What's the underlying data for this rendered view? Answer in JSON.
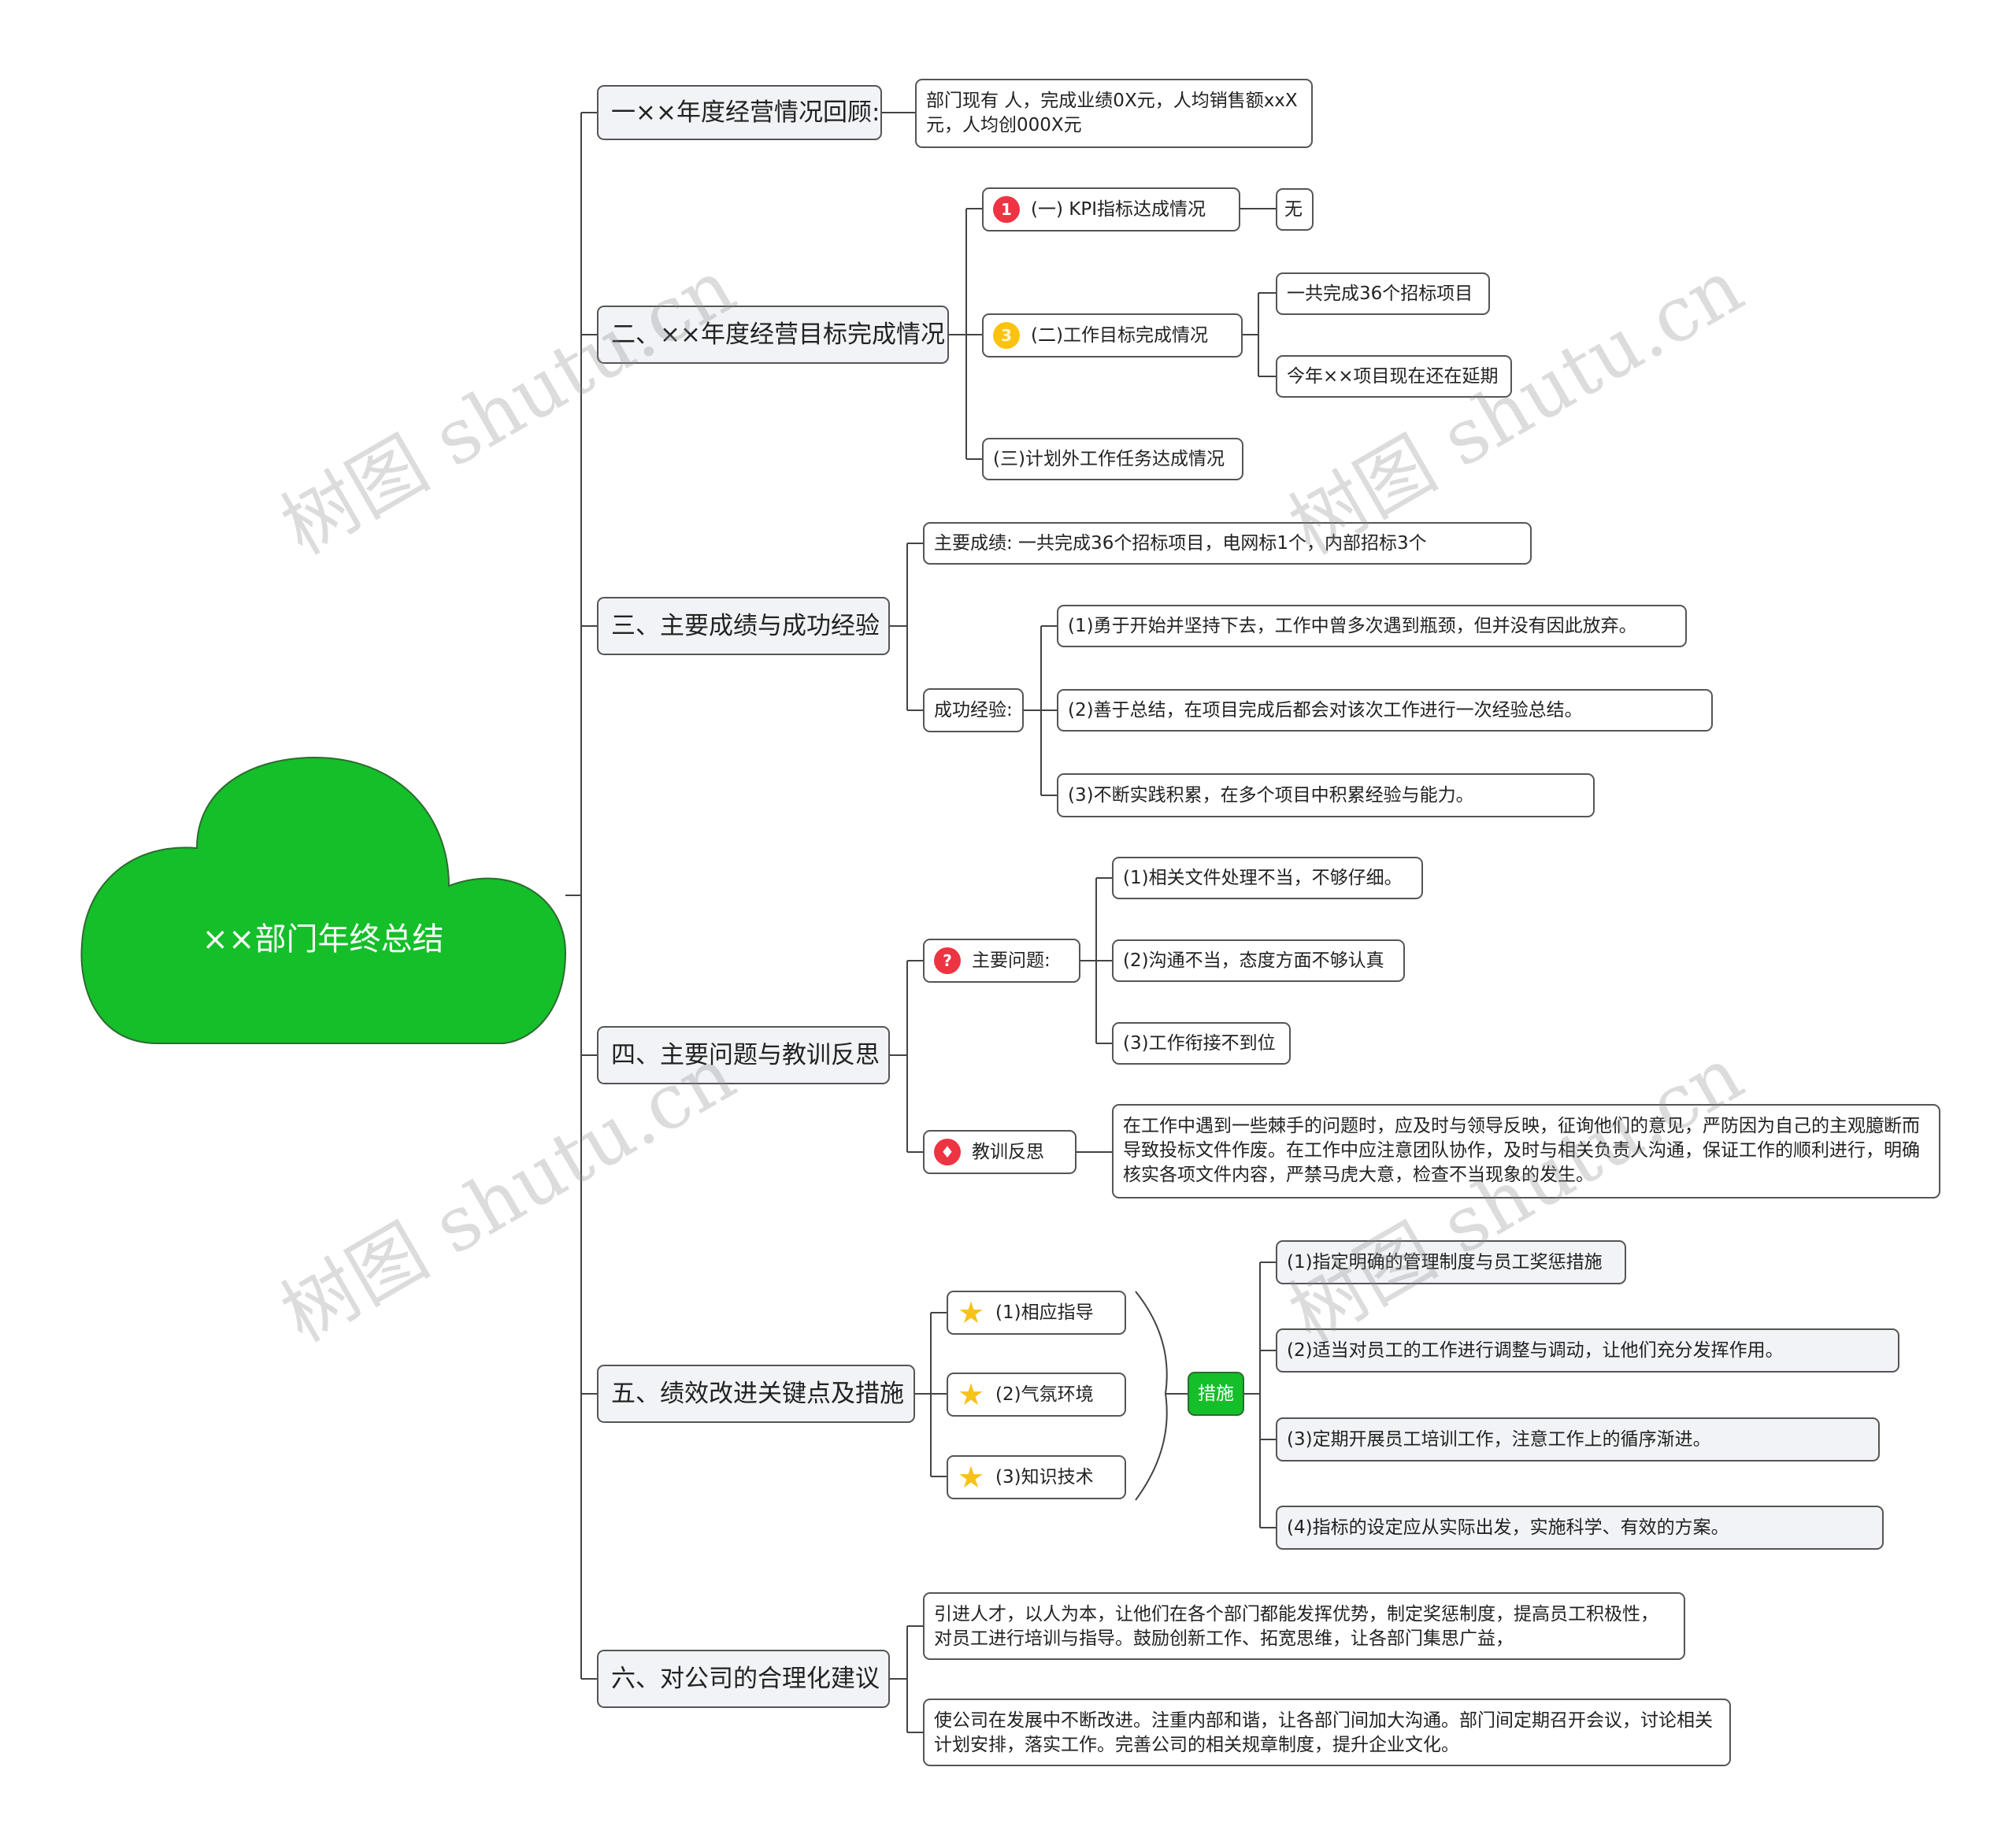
{
  "root": {
    "label": "××部门年终总结"
  },
  "branches": [
    {
      "label": "一××年度经营情况回顾:",
      "children": [
        {
          "label": "部门现有 人，完成业绩0X元，人均销售额xxX元，人均创000X元"
        }
      ]
    },
    {
      "label": "二、××年度经营目标完成情况",
      "children": [
        {
          "label": "(一) KPI指标达成情况",
          "icon": "1",
          "children": [
            {
              "label": "无"
            }
          ]
        },
        {
          "label": "(二)工作目标完成情况",
          "icon": "3",
          "children": [
            {
              "label": "一共完成36个招标项目"
            },
            {
              "label": "今年××项目现在还在延期"
            }
          ]
        },
        {
          "label": "(三)计划外工作任务达成情况"
        }
      ]
    },
    {
      "label": "三、主要成绩与成功经验",
      "children": [
        {
          "label": "主要成绩: 一共完成36个招标项目，电网标1个，内部招标3个"
        },
        {
          "label": "成功经验:",
          "children": [
            {
              "label": "(1)勇于开始并坚持下去，工作中曾多次遇到瓶颈，但并没有因此放弃。"
            },
            {
              "label": "(2)善于总结，在项目完成后都会对该次工作进行一次经验总结。"
            },
            {
              "label": "(3)不断实践积累，在多个项目中积累经验与能力。"
            }
          ]
        }
      ]
    },
    {
      "label": "四、主要问题与教训反思",
      "children": [
        {
          "label": "主要问题:",
          "icon": "?",
          "children": [
            {
              "label": "(1)相关文件处理不当，不够仔细。"
            },
            {
              "label": "(2)沟通不当，态度方面不够认真"
            },
            {
              "label": "(3)工作衔接不到位"
            }
          ]
        },
        {
          "label": "教训反思",
          "icon": "bell",
          "children": [
            {
              "label": "在工作中遇到一些棘手的问题时，应及时与领导反映，征询他们的意见，严防因为自己的主观臆断而导致投标文件作废。在工作中应注意团队协作，及时与相关负责人沟通，保证工作的顺利进行，明确核实各项文件内容，严禁马虎大意，检查不当现象的发生。"
            }
          ]
        }
      ]
    },
    {
      "label": "五、绩效改进关键点及措施",
      "children": [
        {
          "label": "(1)相应指导",
          "icon": "★"
        },
        {
          "label": "(2)气氛环境",
          "icon": "★"
        },
        {
          "label": "(3)知识技术",
          "icon": "★"
        }
      ],
      "summary": {
        "label": "措施",
        "children": [
          {
            "label": "(1)指定明确的管理制度与员工奖惩措施"
          },
          {
            "label": "(2)适当对员工的工作进行调整与调动，让他们充分发挥作用。"
          },
          {
            "label": "(3)定期开展员工培训工作，注意工作上的循序渐进。"
          },
          {
            "label": "(4)指标的设定应从实际出发，实施科学、有效的方案。"
          }
        ]
      }
    },
    {
      "label": "六、对公司的合理化建议",
      "children": [
        {
          "label": "引进人才，以人为本，让他们在各个部门都能发挥优势，制定奖惩制度，提高员工积极性，对员工进行培训与指导。鼓励创新工作、拓宽思维，让各部门集思广益，"
        },
        {
          "label": "使公司在发展中不断改进。注重内部和谐，让各部门间加大沟通。部门间定期召开会议，讨论相关计划安排，落实工作。完善公司的相关规章制度，提升企业文化。"
        }
      ]
    }
  ],
  "watermark": "树图 shutu.cn",
  "colors": {
    "root_fill": "#14bf2a",
    "badge_red": "#ee3342",
    "badge_yellow": "#fbc310",
    "star": "#f7c21a",
    "branch_fill": "#f1f3f6"
  }
}
